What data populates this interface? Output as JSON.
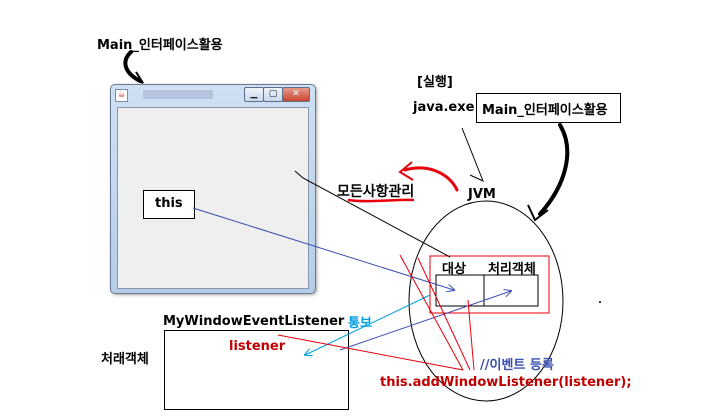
{
  "labels": {
    "main_top": "Main_인터페이스활용",
    "run_tag": "[실행]",
    "java_exe": "java.exe",
    "main_box": "Main_인터페이스활용",
    "manage_all": "모든사항관리",
    "jvm": "JVM",
    "this_box": "this",
    "target": "대상",
    "handler_obj": "처리객체",
    "listener_class": "MyWindowEventListener",
    "notify": "통보",
    "listener_var": "listener",
    "handler_kor": "처래객체",
    "event_register": "//이벤트 등록",
    "add_listener_code": "this.addWindowListener(listener);"
  },
  "window": {
    "icon_glyph": "☕",
    "min_glyph": "▁",
    "max_glyph": "▢",
    "close_glyph": "✕"
  },
  "colors": {
    "red": "#e8000b",
    "dark_red": "#c00000",
    "blue": "#3b4fb0",
    "cyan": "#00a0e0"
  }
}
